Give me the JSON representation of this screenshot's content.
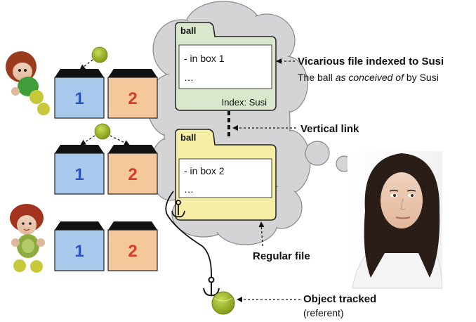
{
  "colors": {
    "box_blue": "#a8c8ec",
    "box_orange": "#f4c89a",
    "num_blue": "#2a55b8",
    "num_red": "#d63b2b",
    "vicarious_folder": "#d9e8cc",
    "regular_folder": "#f6eda5",
    "cloud": "#d4d4d6",
    "ball": "#96b225"
  },
  "boxes": {
    "row1": {
      "left": "1",
      "right": "2"
    },
    "row2": {
      "left": "1",
      "right": "2"
    },
    "row3": {
      "left": "1",
      "right": "2"
    }
  },
  "vicarious_file": {
    "tab": "ball",
    "line1": "- in box 1",
    "line2": "…",
    "index": "Index: Susi"
  },
  "regular_file": {
    "tab": "ball",
    "line1": "- in box 2",
    "line2": "…"
  },
  "annotations": {
    "vicarious_title": "Vicarious file indexed to Susi",
    "vicarious_sub_pre": "The ball ",
    "vicarious_sub_em": "as conceived of",
    "vicarious_sub_post": " by Susi",
    "vertical_link": "Vertical link",
    "regular_file": "Regular file",
    "object_tracked": "Object tracked",
    "referent": "(referent)"
  },
  "icons": [
    "doll-icon",
    "ball-icon",
    "anchor-icon",
    "thought-bubble-icon",
    "woman-portrait"
  ]
}
